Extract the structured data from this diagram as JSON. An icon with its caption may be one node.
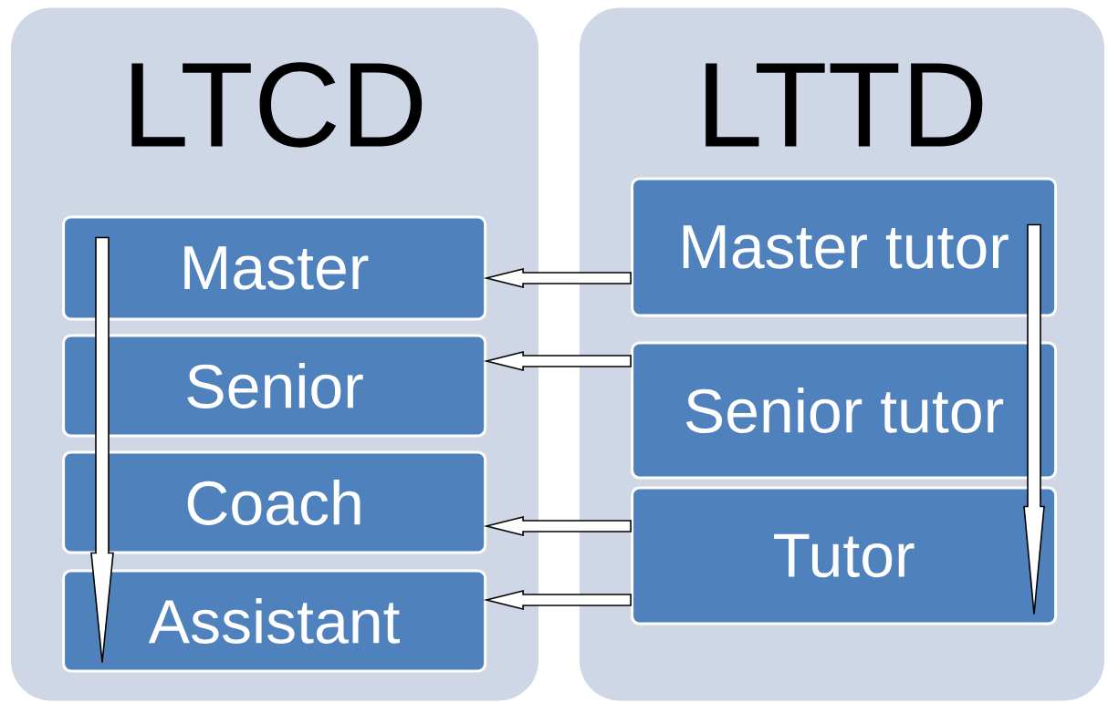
{
  "diagram": {
    "nodes": [
      {
        "text": [
          "LTCD"
        ]
      },
      {
        "text": [
          "LTTD"
        ]
      },
      {
        "text": [
          "Master"
        ],
        "in": 0
      },
      {
        "text": [
          "Senior"
        ],
        "in": 0
      },
      {
        "text": [
          "Coach"
        ],
        "in": 0
      },
      {
        "text": [
          "Assistant"
        ],
        "in": 0
      },
      {
        "text": [
          "Master tutor"
        ],
        "in": 1
      },
      {
        "text": [
          "Senior tutor"
        ],
        "in": 1
      },
      {
        "text": [
          "Tutor"
        ],
        "in": 1
      }
    ],
    "edges": [
      {
        "from": 6,
        "to": 2,
        "arrow": "to"
      },
      {
        "from": 7,
        "to": 3,
        "arrow": "to"
      },
      {
        "from": 8,
        "to": 4,
        "arrow": "to"
      },
      {
        "from": 8,
        "to": 5,
        "arrow": "to"
      },
      {
        "from": 2,
        "to": 5,
        "arrow": "to"
      },
      {
        "from": 6,
        "to": 8,
        "arrow": "to"
      }
    ]
  }
}
